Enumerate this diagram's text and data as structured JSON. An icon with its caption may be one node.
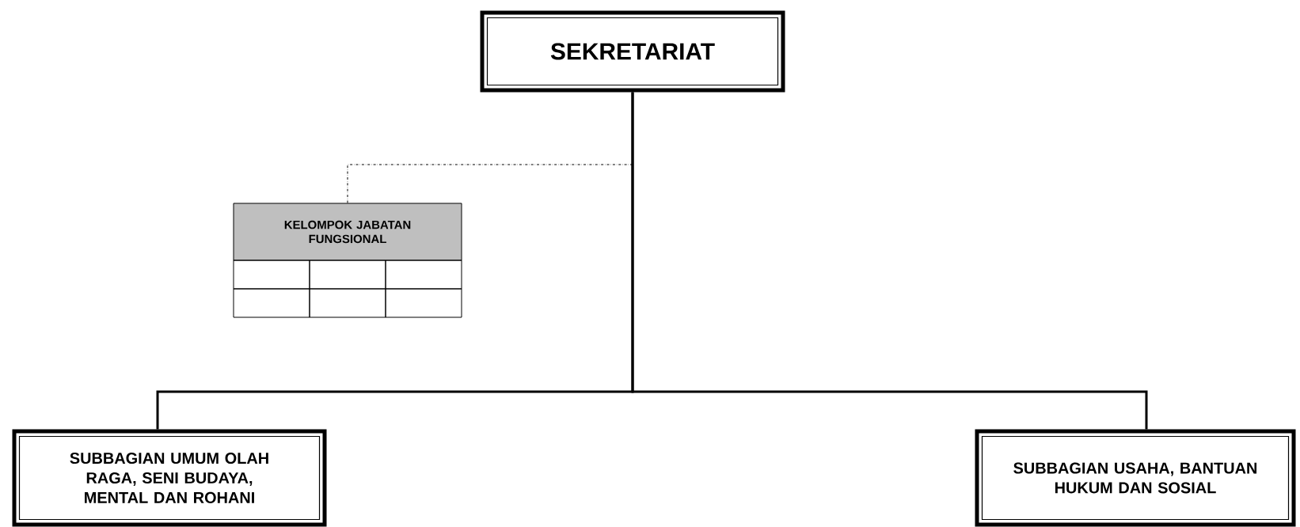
{
  "diagram": {
    "nodes": [
      {
        "text": [
          "SEKRETARIAT"
        ]
      },
      {
        "text": [
          "KELOMPOK JABATAN FUNGSIONAL"
        ]
      },
      {
        "text": [
          "SUBBAGIAN UMUM OLAH RAGA, SENI BUDAYA, MENTAL DAN ROHANI"
        ]
      },
      {
        "text": [
          "SUBBAGIAN USAHA, BANTUAN HUKUM DAN SOSIAL"
        ]
      }
    ],
    "edges": [
      {
        "from": 0,
        "to": 1,
        "arrow": "none",
        "style": "dashed"
      },
      {
        "from": 0,
        "to": 2,
        "arrow": "none"
      },
      {
        "from": 0,
        "to": 3,
        "arrow": "none"
      }
    ]
  }
}
